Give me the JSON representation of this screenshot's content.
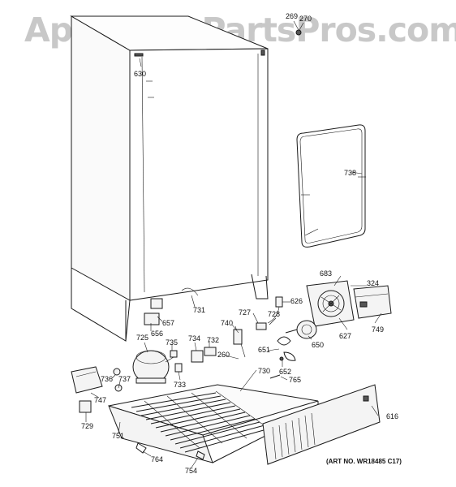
{
  "watermark": "AppliancePartsPros.com",
  "art_number": "(ART NO. WR18485 C17)",
  "callouts": {
    "c269": "269",
    "c270": "270",
    "c630": "630",
    "c738": "738",
    "c683": "683",
    "c324": "324",
    "c626": "626",
    "c731": "731",
    "c657": "657",
    "c727": "727",
    "c728": "728",
    "c627": "627",
    "c749": "749",
    "c656": "656",
    "c740": "740",
    "c725": "725",
    "c734": "734",
    "c732": "732",
    "c735": "735",
    "c650": "650",
    "c651": "651",
    "c260": "260",
    "c652": "652",
    "c736": "736",
    "c737": "737",
    "c733": "733",
    "c730": "730",
    "c765": "765",
    "c747": "747",
    "c616": "616",
    "c729": "729",
    "c751": "751",
    "c764": "764",
    "c754": "754"
  }
}
